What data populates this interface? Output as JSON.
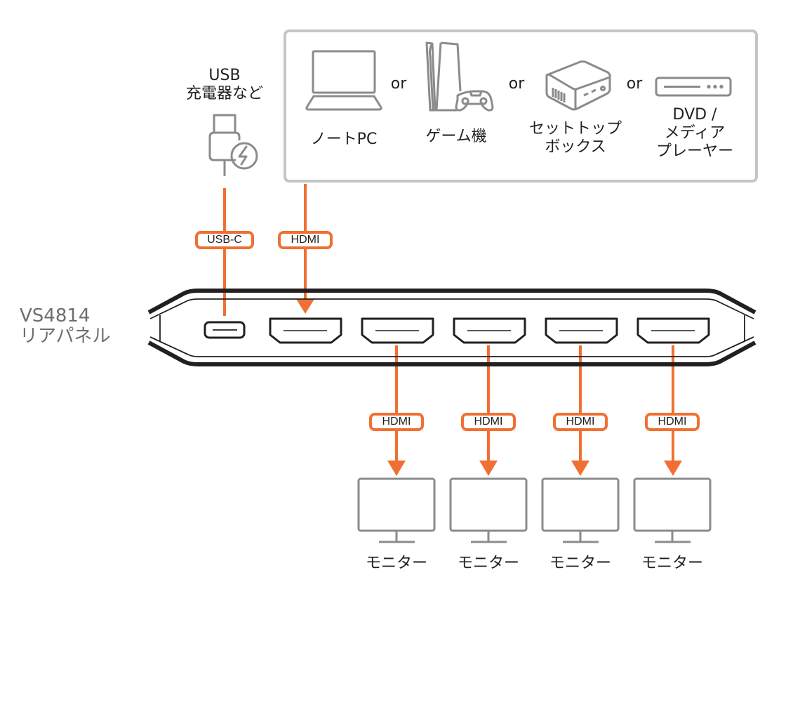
{
  "colors": {
    "accent": "#f07033",
    "icon_grey": "#8a8b8d",
    "box_border": "#c4c5c6",
    "device_outline": "#231f20",
    "label_grey": "#6d6e71"
  },
  "usb_charger": {
    "label": "USB\n充電器など",
    "icon": "usb-charger-icon",
    "cable_label": "USB-C"
  },
  "sources": {
    "separator": "or",
    "items": [
      {
        "label": "ノートPC",
        "icon": "laptop-icon"
      },
      {
        "label": "ゲーム機",
        "icon": "game-console-icon"
      },
      {
        "label": "セットトップ\nボックス",
        "icon": "set-top-box-icon"
      },
      {
        "label": "DVD /\nメディア\nプレーヤー",
        "icon": "media-player-icon"
      }
    ],
    "cable_label": "HDMI"
  },
  "device": {
    "label": "VS4814\nリアパネル",
    "ports": [
      "USB-C",
      "HDMI IN",
      "HDMI OUT 1",
      "HDMI OUT 2",
      "HDMI OUT 3",
      "HDMI OUT 4"
    ]
  },
  "outputs": [
    {
      "cable_label": "HDMI",
      "label": "モニター",
      "icon": "monitor-icon"
    },
    {
      "cable_label": "HDMI",
      "label": "モニター",
      "icon": "monitor-icon"
    },
    {
      "cable_label": "HDMI",
      "label": "モニター",
      "icon": "monitor-icon"
    },
    {
      "cable_label": "HDMI",
      "label": "モニター",
      "icon": "monitor-icon"
    }
  ]
}
